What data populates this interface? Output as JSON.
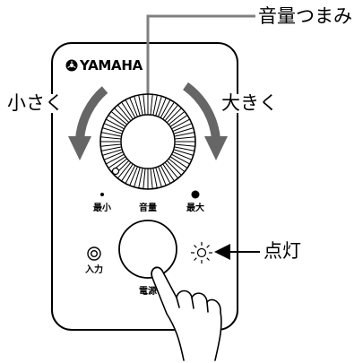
{
  "brand": {
    "logo_mark": "yamaha-tuning-fork-logo",
    "name": "YAMAHA"
  },
  "callouts": {
    "volume_knob": "音量つまみ",
    "decrease": "小さく",
    "increase": "大きく",
    "indicator": "点灯"
  },
  "panel_labels": {
    "min": "最小",
    "volume": "音量",
    "max": "最大",
    "input": "入力",
    "power": "電源"
  },
  "colors": {
    "arrow": "#666666",
    "outline": "#000000",
    "leader_line": "#808080"
  }
}
